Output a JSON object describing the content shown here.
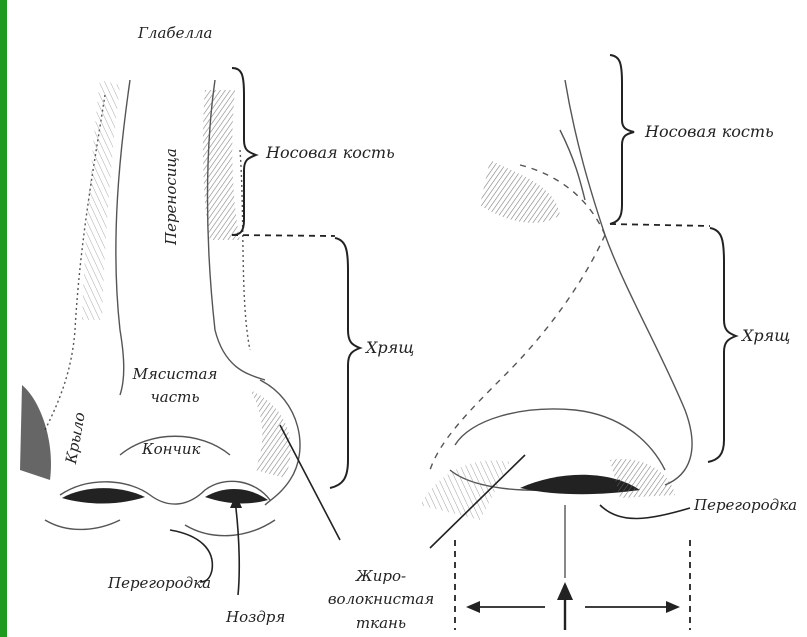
{
  "colors": {
    "frame_accent": "#1e9a1e",
    "ink": "#222222",
    "shade": "#555555"
  },
  "labels": {
    "glabella": "Глабелла",
    "bridge": "Переносица",
    "nasal_bone_left": "Носовая кость",
    "cartilage_left": "Хрящ",
    "fleshy_part": "Мясистая часть",
    "wing": "Крыло",
    "tip": "Кончик",
    "septum_left": "Перегородка",
    "nostril": "Ноздря",
    "fibro_fatty": "Жиро-волокнистая ткань",
    "nasal_bone_right": "Носовая кость",
    "cartilage_right": "Хрящ",
    "septum_right": "Перегородка"
  }
}
